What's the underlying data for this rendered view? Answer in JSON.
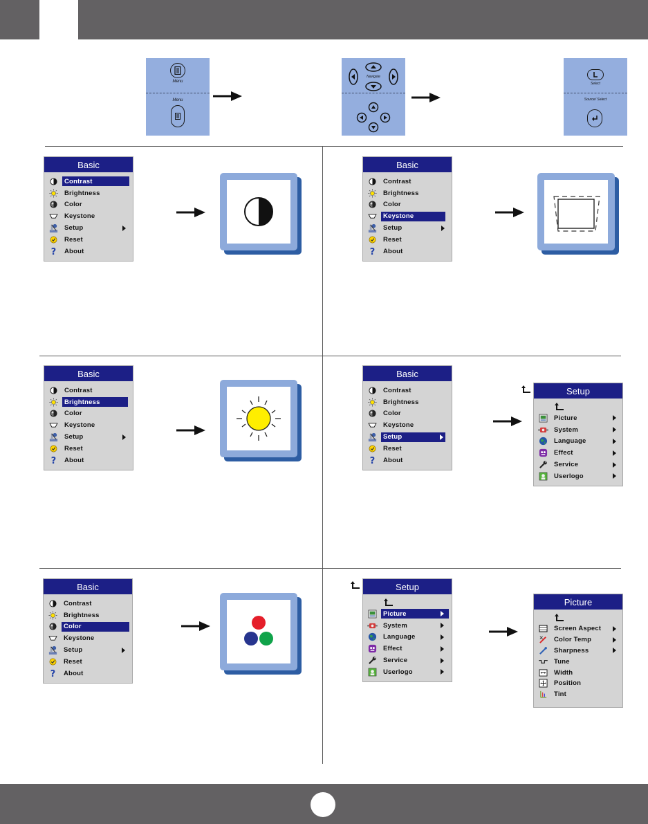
{
  "colors": {
    "header": "#636163",
    "remote_panel": "#94aede",
    "osd_title": "#1c1f86",
    "osd_body": "#d4d4d4",
    "preview_frame": "#8daadb",
    "preview_shadow": "#2d5da3",
    "sun_yellow": "#ffee00",
    "dot_red": "#e51e2a",
    "dot_blue": "#27358e",
    "dot_green": "#10a34a"
  },
  "remote_panels": [
    {
      "top_label": "Menu",
      "bottom_label": "Menu"
    },
    {
      "top_label": "Navigate"
    },
    {
      "top_label": "Select",
      "bottom_label": "Source/ Select"
    }
  ],
  "basic_menu": {
    "title": "Basic",
    "items": [
      {
        "label": "Contrast",
        "icon": "contrast-icon"
      },
      {
        "label": "Brightness",
        "icon": "sun-icon"
      },
      {
        "label": "Color",
        "icon": "color-icon"
      },
      {
        "label": "Keystone",
        "icon": "keystone-icon"
      },
      {
        "label": "Setup",
        "icon": "setup-icon"
      },
      {
        "label": "Reset",
        "icon": "reset-icon"
      },
      {
        "label": "About",
        "icon": "question-icon"
      }
    ]
  },
  "setup_menu": {
    "title": "Setup",
    "items": [
      {
        "label": "Picture",
        "icon": "picture-icon"
      },
      {
        "label": "System",
        "icon": "system-icon"
      },
      {
        "label": "Language",
        "icon": "globe-icon"
      },
      {
        "label": "Effect",
        "icon": "effect-icon"
      },
      {
        "label": "Service",
        "icon": "wrench-icon"
      },
      {
        "label": "Userlogo",
        "icon": "userlogo-icon"
      }
    ]
  },
  "picture_menu": {
    "title": "Picture",
    "items": [
      {
        "label": "Screen Aspect",
        "icon": "screen-aspect-icon"
      },
      {
        "label": "Color Temp",
        "icon": "color-temp-icon"
      },
      {
        "label": "Sharpness",
        "icon": "sharpness-icon"
      },
      {
        "label": "Tune",
        "icon": "tune-icon"
      },
      {
        "label": "Width",
        "icon": "width-icon"
      },
      {
        "label": "Position",
        "icon": "position-icon"
      },
      {
        "label": "Tint",
        "icon": "tint-icon"
      }
    ]
  }
}
